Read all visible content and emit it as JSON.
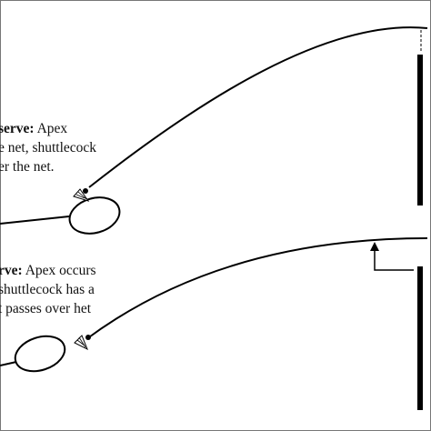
{
  "top_caption": {
    "lead": "serve:",
    "line1_rest": " Apex",
    "line2": "e net, shuttlecock",
    "line3": "er the net."
  },
  "bottom_caption": {
    "lead": "rve:",
    "line1_rest": " Apex occurs",
    "line2": "shuttlecock has a",
    "line3": "t passes over het"
  }
}
